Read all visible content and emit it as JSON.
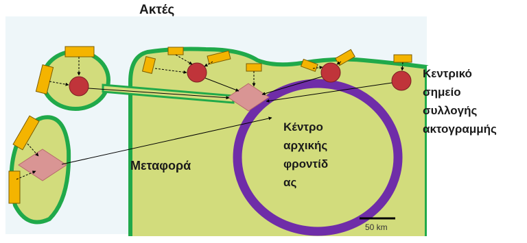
{
  "diagram": {
    "title": "Ακτές",
    "center_label": "Κέντρο\nαρχικής\nφροντίδ\nας",
    "transport_label": "Μεταφορά",
    "collection_label": "Κεντρικό\nσημείο\nσυλλογής\nακτογραμμής",
    "scale_label": "50 km"
  },
  "colors": {
    "sea": "#eef6f9",
    "land": "#d2dc7c",
    "coast": "#20a94a",
    "collection_point": "#c0343a",
    "beach": "#f4b400",
    "transfer_hub": "#d99594",
    "care_center_ring": "#6f2da8"
  }
}
